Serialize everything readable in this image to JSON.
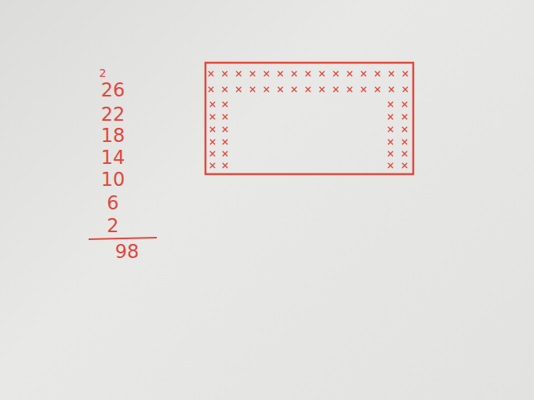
{
  "diagram": {
    "labels": [
      "2",
      "26",
      "22",
      "18",
      "14",
      "10",
      "6",
      "2",
      "98"
    ]
  }
}
